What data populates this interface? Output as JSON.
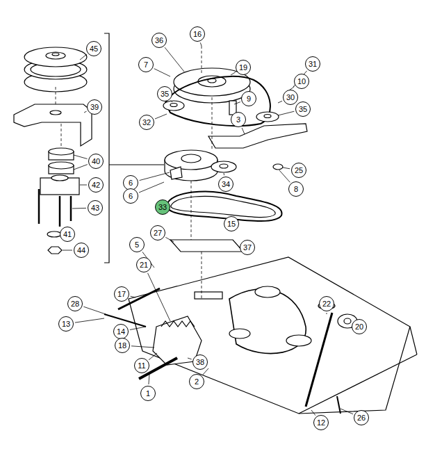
{
  "diagram": {
    "labels": [
      "16",
      "36",
      "45",
      "31",
      "7",
      "19",
      "10",
      "35",
      "30",
      "9",
      "39",
      "35",
      "3",
      "32",
      "40",
      "6",
      "34",
      "25",
      "42",
      "8",
      "6",
      "33",
      "43",
      "15",
      "41",
      "27",
      "5",
      "37",
      "44",
      "21",
      "17",
      "22",
      "28",
      "13",
      "20",
      "14",
      "18",
      "38",
      "11",
      "2",
      "1",
      "26",
      "12"
    ]
  }
}
